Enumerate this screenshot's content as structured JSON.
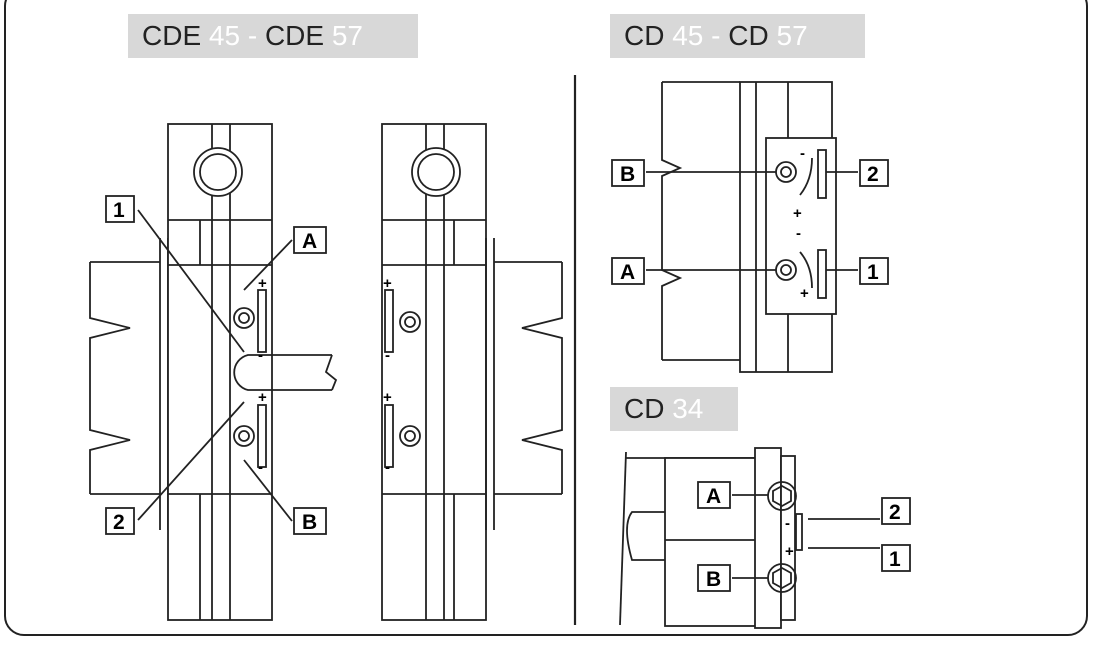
{
  "titles": {
    "left": {
      "a": "CDE",
      "a_num": "45",
      "sep": "-",
      "b": "CDE",
      "b_num": "57"
    },
    "right": {
      "a": "CD",
      "a_num": "45",
      "sep": "-",
      "b": "CD",
      "b_num": "57"
    },
    "small": {
      "a": "CD",
      "a_num": "34"
    }
  },
  "labels": {
    "one": "1",
    "two": "2",
    "A": "A",
    "B": "B"
  },
  "symbols": {
    "plus": "+",
    "minus": "-"
  },
  "colors": {
    "title_bg": "#d8d8d8",
    "line": "#222222"
  }
}
